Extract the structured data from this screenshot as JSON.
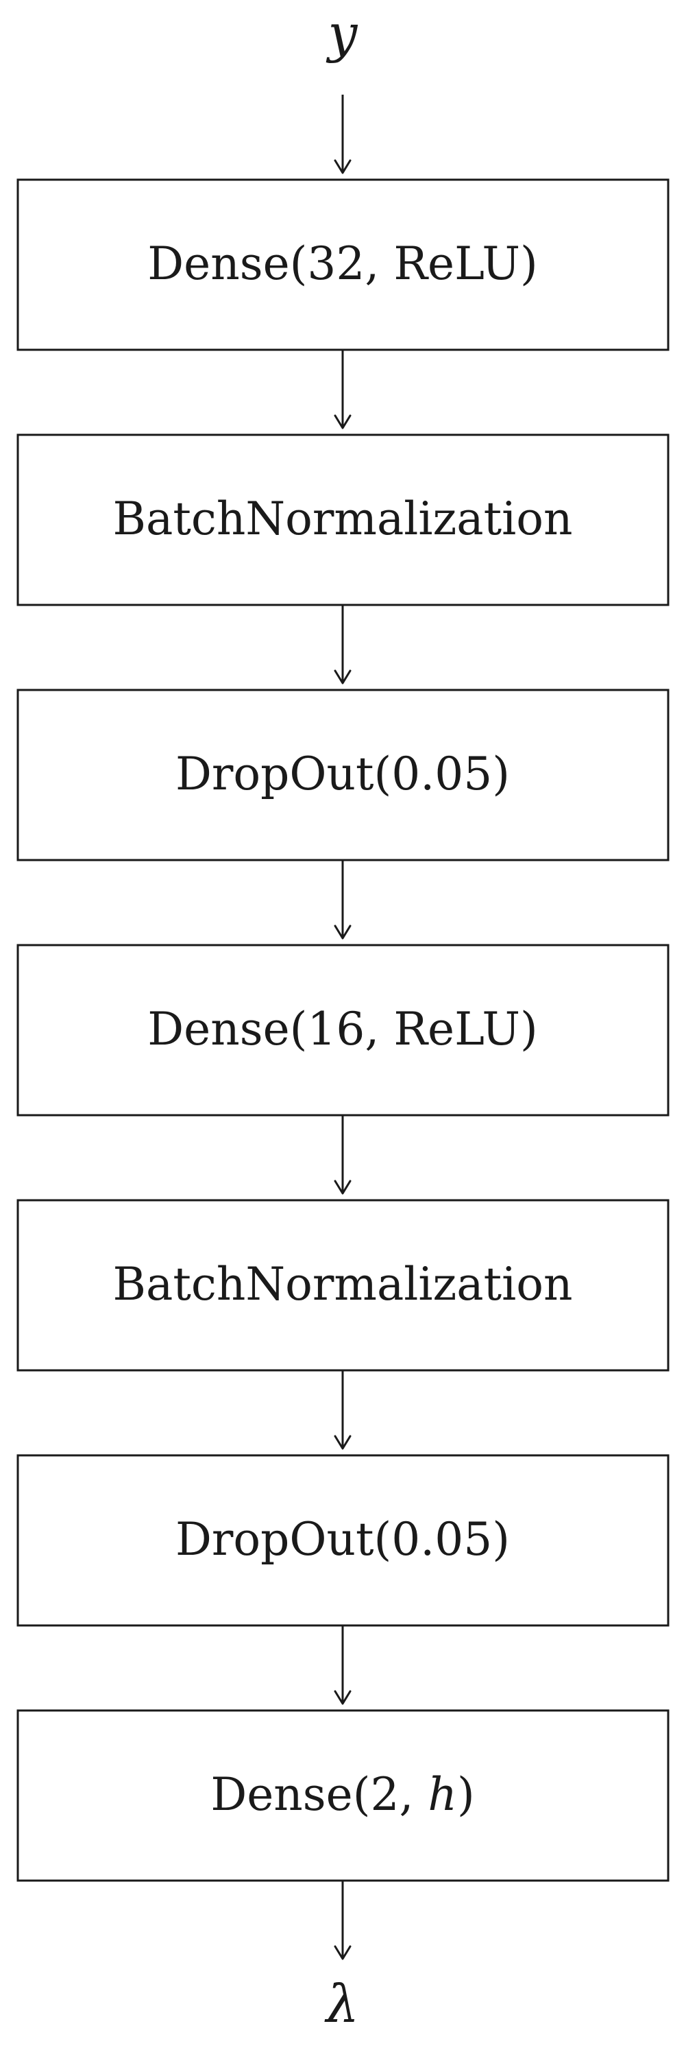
{
  "input": {
    "label": "y"
  },
  "output": {
    "label": "λ"
  },
  "layers": [
    {
      "label_head": "Dense(32, ReLU)",
      "label_tail": ""
    },
    {
      "label_head": "BatchNormalization",
      "label_tail": ""
    },
    {
      "label_head": "DropOut(0.05)",
      "label_tail": ""
    },
    {
      "label_head": "Dense(16, ReLU)",
      "label_tail": ""
    },
    {
      "label_head": "BatchNormalization",
      "label_tail": ""
    },
    {
      "label_head": "DropOut(0.05)",
      "label_tail": ""
    },
    {
      "label_head": "Dense(2, ",
      "label_italic": "h",
      "label_tail": ")"
    }
  ],
  "colors": {
    "stroke": "#1a1a1a",
    "background": "#ffffff"
  }
}
